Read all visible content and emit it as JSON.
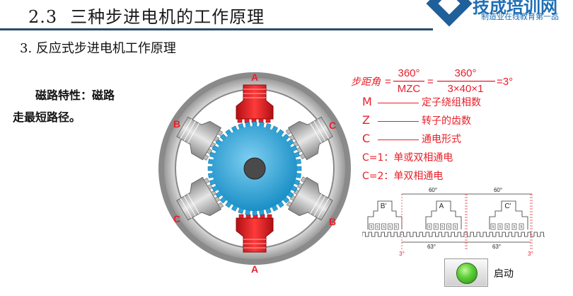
{
  "header": {
    "number": "2.3",
    "title": "三种步进电机的工作原理"
  },
  "logo": {
    "title": "技成培训网",
    "subtitle": "制造业在线教育第一品"
  },
  "section": {
    "title": "3. 反应式步进电机工作原理"
  },
  "description": {
    "line1": "磁路特性：磁路",
    "line2": "走最短路径。"
  },
  "motor": {
    "pole_labels": {
      "top": "A",
      "bottom": "A",
      "upper_left": "B",
      "lower_right": "B",
      "upper_right": "C",
      "lower_left": "C"
    },
    "active_pole": "A",
    "colors": {
      "active": "#e8202a",
      "rotor": "#2aa3d9",
      "stator": "#c9c9c9"
    }
  },
  "formula": {
    "prefix": "步距角",
    "num1": "360°",
    "den1": "MZC",
    "num2": "360°",
    "den2": "3×40×1",
    "result": "=3°"
  },
  "legend": [
    {
      "symbol": "M",
      "text": "定子绕组相数"
    },
    {
      "symbol": "Z",
      "text": "转子的齿数"
    },
    {
      "symbol": "C",
      "text": "通电形式"
    },
    {
      "symbol": "",
      "text": "C=1：单或双相通电"
    },
    {
      "symbol": "",
      "text": "C=2：单双相通电"
    }
  ],
  "timing_diagram": {
    "poles": [
      "B'",
      "A",
      "C'"
    ],
    "top_pitch": [
      "60°",
      "60°"
    ],
    "bottom_pitch": [
      "63°",
      "63°"
    ],
    "offsets": [
      "3°",
      "3°"
    ],
    "tooth_label": "5"
  },
  "controls": {
    "start_label": "启动",
    "led_color": "#5fd13a"
  }
}
